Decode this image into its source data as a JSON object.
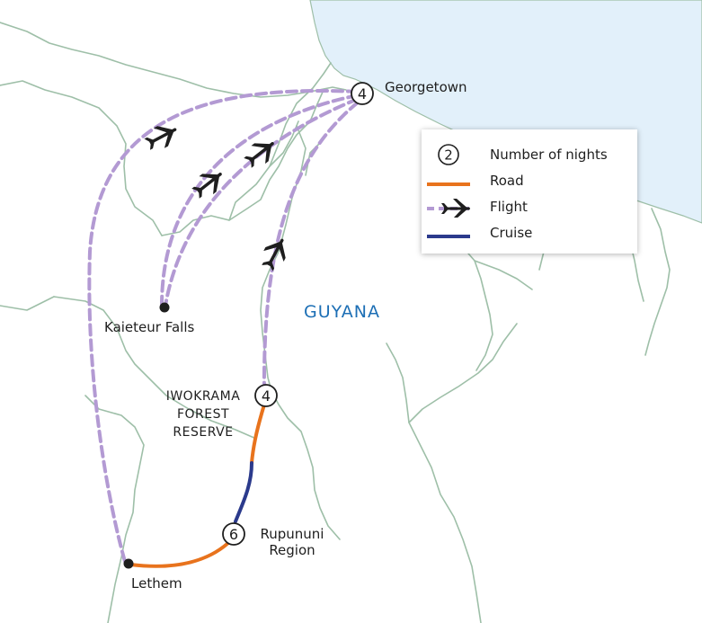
{
  "map": {
    "country_label": "GUYANA",
    "colors": {
      "sea": "#e2f0fa",
      "river_border": "#9ebfa8",
      "road": "#e8731d",
      "flight": "#b39ad3",
      "cruise": "#2b3a8c",
      "country_label": "#1d6fb5",
      "text": "#1e1e1e"
    },
    "places": [
      {
        "name": "Georgetown",
        "nights": "4"
      },
      {
        "name": "Kaieteur Falls",
        "nights": ""
      },
      {
        "name": "IWOKRAMA FOREST RESERVE",
        "nights": "4"
      },
      {
        "name": "Rupununi Region",
        "nights": "6"
      },
      {
        "name": "Lethem",
        "nights": ""
      }
    ],
    "reserve_label_lines": [
      "IWOKRAMA",
      "FOREST",
      "RESERVE"
    ],
    "rupununi_label_lines": [
      "Rupununi",
      "Region"
    ]
  },
  "legend": {
    "nights_example": "2",
    "nights_label": "Number of nights",
    "road_label": "Road",
    "flight_label": "Flight",
    "cruise_label": "Cruise"
  }
}
